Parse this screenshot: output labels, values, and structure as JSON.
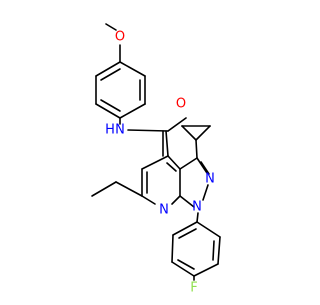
{
  "molecule": {
    "atom_labels": {
      "methoxy_oxygen": "O",
      "amide_nh": "N",
      "amide_h": "H",
      "carbonyl_oxygen": "O",
      "pyrazole_n2": "N",
      "pyrazole_n1": "N",
      "pyridine_n": "N",
      "fluorine": "F"
    },
    "colors": {
      "carbon": "#000000",
      "oxygen": "#ff0000",
      "nitrogen": "#0000ff",
      "fluorine": "#90e050"
    }
  }
}
